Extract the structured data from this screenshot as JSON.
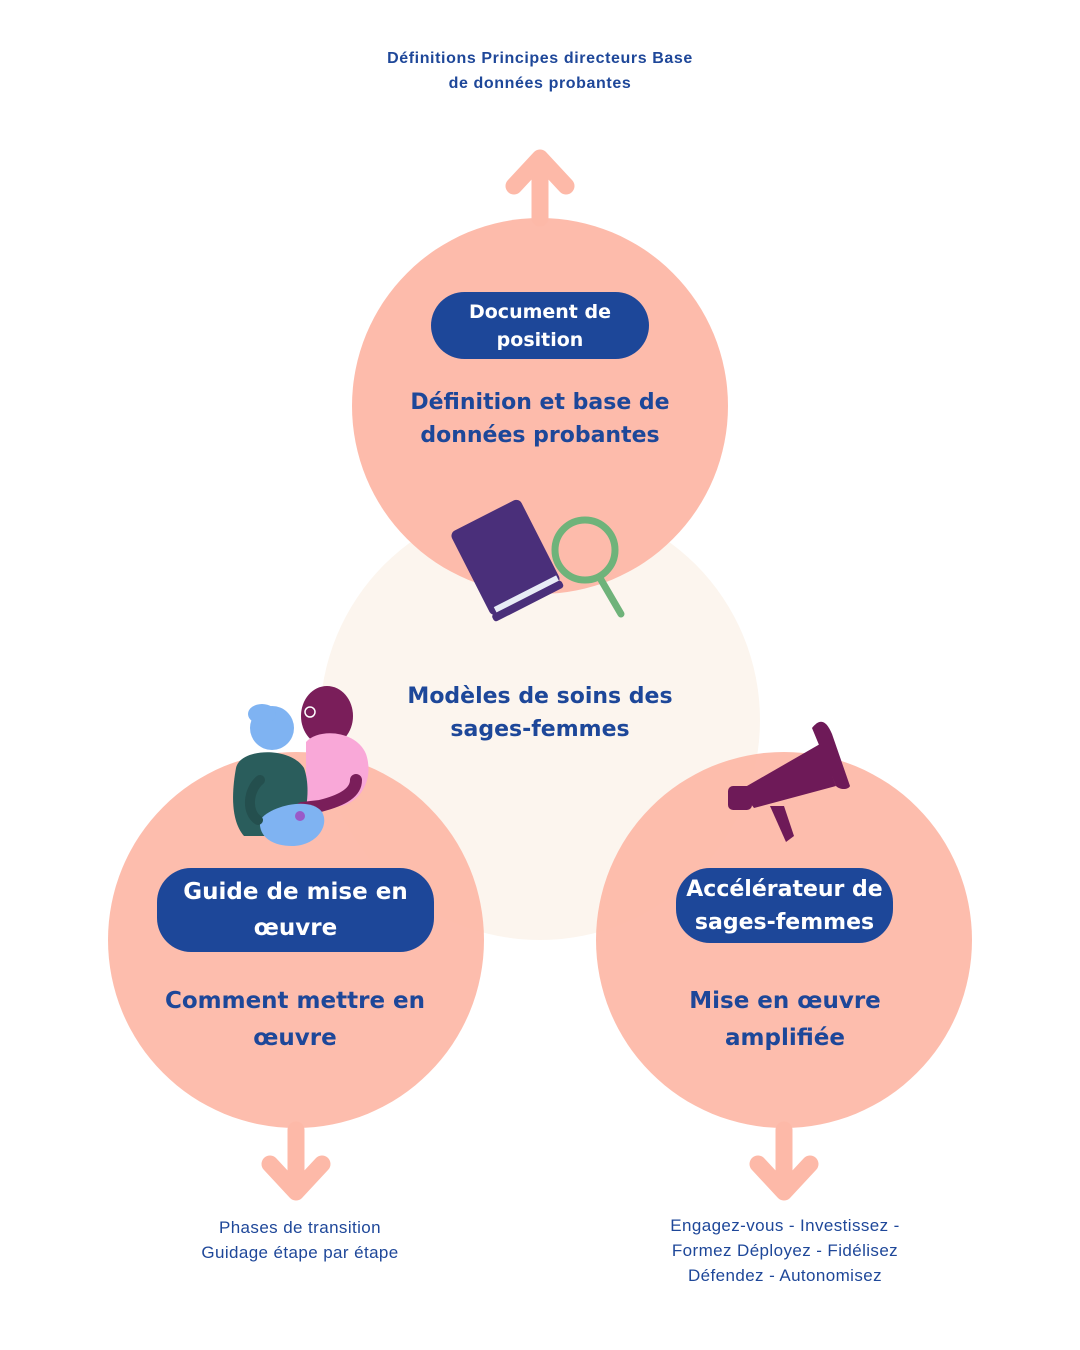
{
  "center": {
    "title": "Modèles de soins des sages-femmes"
  },
  "top": {
    "pill": "Document de position",
    "subtitle": "Définition et base de données probantes",
    "note": "Définitions Principes directeurs Base de données probantes"
  },
  "left": {
    "pill": "Guide de mise en œuvre",
    "subtitle": "Comment mettre en œuvre",
    "note_line1": "Phases de transition",
    "note_line2": "Guidage étape par étape"
  },
  "right": {
    "pill": "Accélérateur de sages-femmes",
    "subtitle": "Mise en œuvre amplifiée",
    "note_line1": "Engagez-vous - Investissez -",
    "note_line2": "Formez Déployez - Fidélisez",
    "note_line3": "Défendez - Autonomisez"
  },
  "colors": {
    "circle": "#fdb9a8",
    "center_circle": "#fcf5ee",
    "navy": "#1d4799",
    "arrow": "#fdb9a8"
  },
  "icons": [
    "book-icon",
    "magnifier-icon",
    "couple-illustration",
    "megaphone-icon"
  ]
}
